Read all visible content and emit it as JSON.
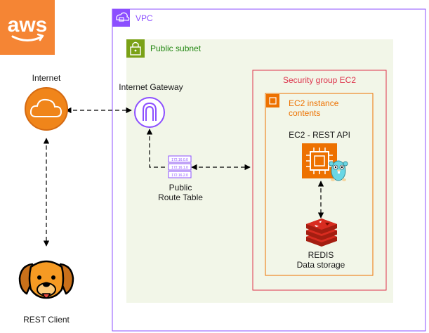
{
  "colors": {
    "aws_orange": "#F58534",
    "vpc_purple": "#8C4FFF",
    "subnet_green": "#7AA116",
    "subnet_fill": "#F2F6E8",
    "security_red": "#DD344C",
    "ec2_orange": "#ED7100",
    "internet_orange": "#F0851A",
    "gateway_purple": "#8C4FFF",
    "route_purple": "#8C4FFF",
    "redis_red": "#D82C20",
    "dog_orange": "#F59A23",
    "gopher_blue": "#6AD7E5"
  },
  "icons": {
    "aws_logo": "aws-logo-icon",
    "internet": "cloud-icon",
    "gateway": "internet-gateway-icon",
    "route_table": "route-table-icon",
    "ec2": "ec2-chip-icon",
    "gopher": "go-gopher-icon",
    "redis": "redis-icon",
    "client": "dog-icon",
    "vpc": "vpc-icon",
    "subnet": "padlock-icon",
    "ec2_contents": "ec2-small-icon"
  },
  "labels": {
    "aws_logo_text": "aws",
    "vpc": "VPC",
    "public_subnet": "Public subnet",
    "internet": "Internet",
    "internet_gateway": "Internet Gateway",
    "security_group": "Security group EC2",
    "ec2_contents_line1": "EC2 instance",
    "ec2_contents_line2": "contents",
    "ec2_api": "EC2 - REST API",
    "route_table_line1": "Public",
    "route_table_line2": "Route Table",
    "redis_line1": "REDIS",
    "redis_line2": "Data storage",
    "rest_client": "REST Client",
    "route_rows": [
      "172.16.0.0",
      "172.16.1.0",
      "172.16.2.0"
    ]
  }
}
